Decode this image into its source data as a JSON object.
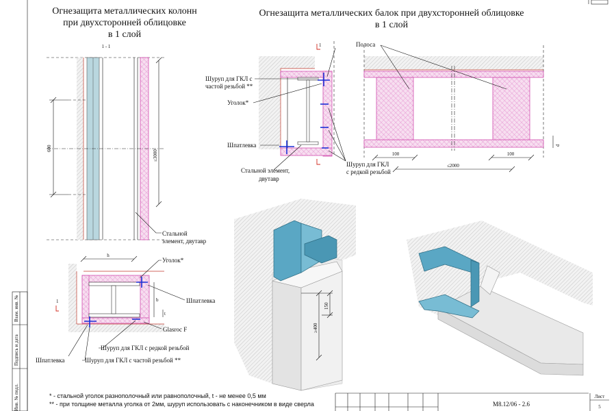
{
  "titles": {
    "columns_line1": "Огнезащита металлических колонн",
    "columns_line2": "при двухсторонней облицовке",
    "columns_line3": "в 1 слой",
    "beams_line1": "Огнезащита металлических балок при двухсторонней облицовке",
    "beams_line2": "в 1 слой"
  },
  "section_mark": "1 - 1",
  "column_elevation": {
    "dim_600": "600",
    "dim_3000": "≤3000",
    "label_steel": "Стальной элемент, двутавр"
  },
  "column_plan": {
    "dim_h": "h",
    "dim_b": "b",
    "dim_t": "t",
    "label_angle": "Уголок*",
    "label_putty_right": "Шпатлевка",
    "label_glasroc": "Glasroc F",
    "label_screw_sparse": "Шуруп для ГКЛ с редкой резьбой",
    "label_screw_dense": "Шуруп для ГКЛ с частой резьбой **",
    "label_putty_left": "Шпатлевка",
    "section_mark": "1"
  },
  "beam_section": {
    "label_screw_dense": "Шуруп для ГКЛ с частой резьбой **",
    "label_angle": "Уголок*",
    "label_putty": "Шпатлевка",
    "label_steel": "Стальной элемент, двутавр",
    "label_screw_sparse": "Шуруп для ГКЛ с редкой резьбой",
    "section_mark": "1"
  },
  "beam_elevation": {
    "label_strip": "Полоса",
    "dim_100_left": "100",
    "dim_100_right": "100",
    "dim_2000": "≤2000",
    "dim_d": "d"
  },
  "iso_column": {
    "dim_150": "150",
    "dim_400": "≥400"
  },
  "notes": {
    "note1": "* - стальной уголок разнополочный или равнополочный, t - не менее 0,5 мм",
    "note2": "** - при толщине металла уголка от 2мм, шуруп использовать с наконечником в виде сверла"
  },
  "stamp": {
    "doc_code": "М8.12/06 - 2.6",
    "sheet_label": "Лист",
    "sheet_number": "5"
  },
  "side_labels": {
    "inv_replace": "Взам. инв. №",
    "sign_date": "Подпись и дата",
    "inv_original": "Инв. № подл."
  },
  "colors": {
    "pink_hatch": "#d24fb0",
    "blue_steel": "#5aa7c4",
    "screw_blue": "#1a2fd6",
    "section_red": "#d2281e"
  }
}
